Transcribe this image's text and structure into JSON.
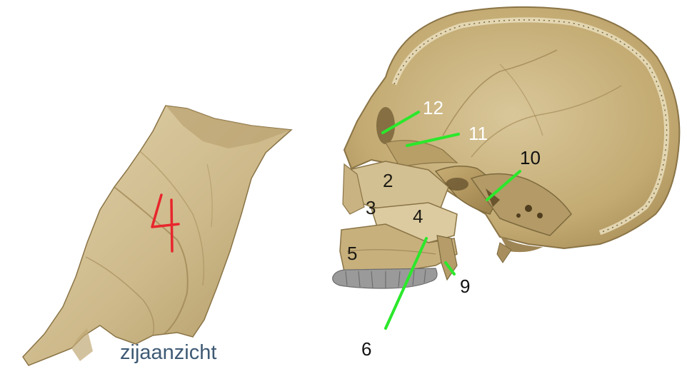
{
  "caption": "zijaanzicht",
  "handwritten_mark": "4",
  "colors": {
    "bone": "#cdb98a",
    "bone_dark": "#8a7446",
    "pointer": "#2be82b",
    "mark": "#e8262c",
    "caption": "#3e5a74",
    "teeth": "#9a9a9a"
  },
  "labels": [
    {
      "id": "l2",
      "text": "2"
    },
    {
      "id": "l3",
      "text": "3"
    },
    {
      "id": "l4",
      "text": "4"
    },
    {
      "id": "l5",
      "text": "5"
    },
    {
      "id": "l6",
      "text": "6"
    },
    {
      "id": "l9",
      "text": "9"
    },
    {
      "id": "l10",
      "text": "10"
    },
    {
      "id": "l11",
      "text": "11"
    },
    {
      "id": "l12",
      "text": "12"
    }
  ]
}
